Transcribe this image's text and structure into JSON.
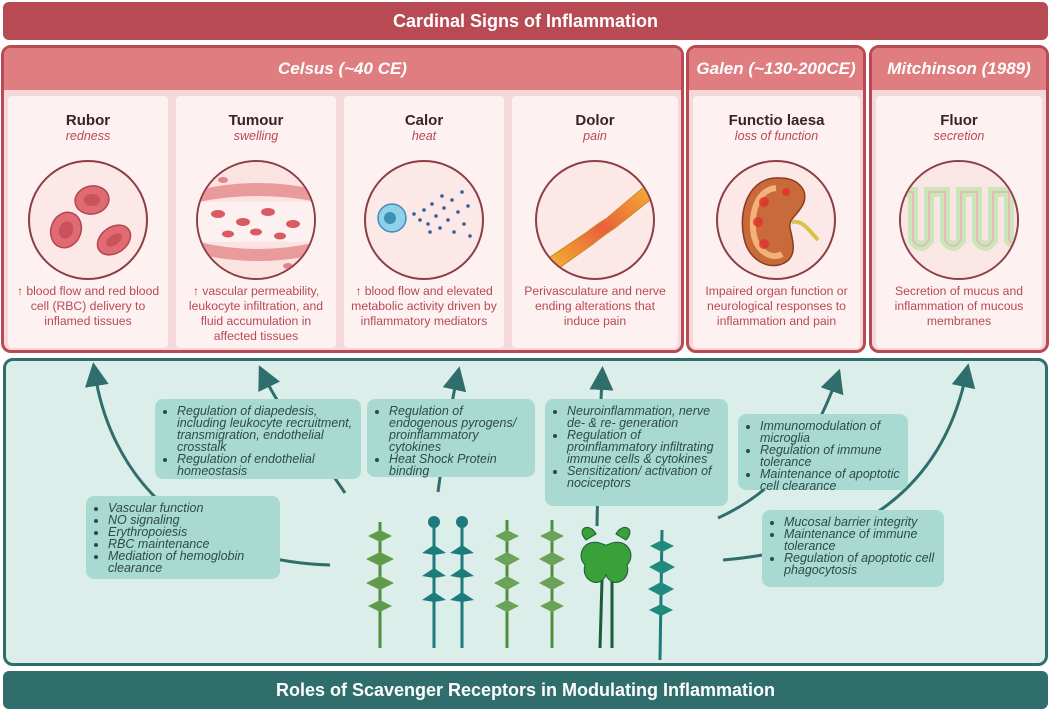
{
  "top_title": "Cardinal Signs of Inflammation",
  "bottom_title": "Roles of Scavenger Receptors in Modulating Inflammation",
  "eras": [
    {
      "label": "Celsus (~40 CE)"
    },
    {
      "label": "Galen (~130-200CE)"
    },
    {
      "label": "Mitchinson (1989)"
    }
  ],
  "signs": [
    {
      "name": "Rubor",
      "sub": "redness",
      "desc": "↑ blood flow and red blood cell (RBC) delivery to inflamed tissues"
    },
    {
      "name": "Tumour",
      "sub": "swelling",
      "desc": "↑ vascular permeability, leukocyte infiltration, and fluid accumulation in affected tissues"
    },
    {
      "name": "Calor",
      "sub": "heat",
      "desc": "↑ blood flow and elevated metabolic activity driven by inflammatory mediators"
    },
    {
      "name": "Dolor",
      "sub": "pain",
      "desc": "Perivasculature and nerve ending alterations that induce pain"
    },
    {
      "name": "Functio laesa",
      "sub": "loss of function",
      "desc": "Impaired organ function or neurological responses to inflammation and pain"
    },
    {
      "name": "Fluor",
      "sub": "secretion",
      "desc": "Secretion of mucus and inflammation of mucous membranes"
    }
  ],
  "roles": [
    {
      "items": [
        "Vascular function",
        "NO signaling",
        "Erythropoiesis",
        "RBC maintenance",
        "Mediation of hemoglobin clearance"
      ]
    },
    {
      "items": [
        "Regulation of diapedesis, including leukocyte recruitment, transmigration, endothelial crosstalk",
        "Regulation of endothelial homeostasis"
      ]
    },
    {
      "items": [
        "Regulation of endogenous pyrogens/ proinflammatory cytokines",
        "Heat Shock Protein binding"
      ]
    },
    {
      "items": [
        "Neuroinflammation, nerve de- & re- generation",
        "Regulation of proinflammatory infiltrating immune cells & cytokines",
        "Sensitization/ activation of nociceptors"
      ]
    },
    {
      "items": [
        "Immunomodulation of microglia",
        "Regulation of immune tolerance",
        "Maintenance of apoptotic cell clearance"
      ]
    },
    {
      "items": [
        "Mucosal barrier integrity",
        "Maintenance of immune tolerance",
        "Regulation of apoptotic cell phagocytosis"
      ]
    }
  ],
  "colors": {
    "inflammation_red": "#b84a53",
    "era_header": "#e07d80",
    "receptor_teal": "#2f6e6c",
    "box_teal": "#a9dad2"
  }
}
